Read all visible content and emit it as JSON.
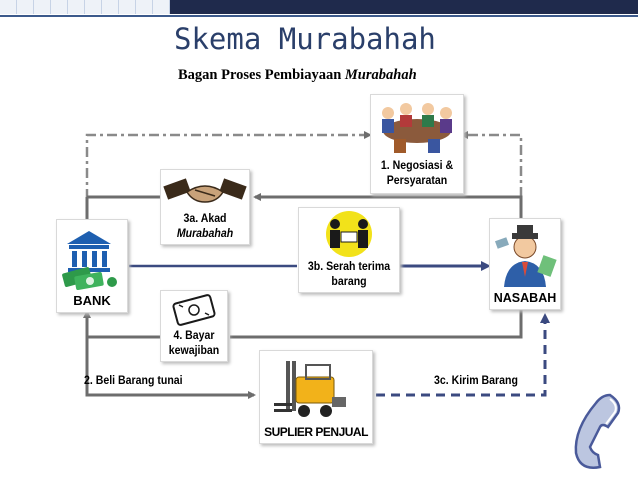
{
  "slide": {
    "title": "Skema Murabahah",
    "subtitle_prefix": "Bagan Proses Pembiayaan ",
    "subtitle_italic": "Murabahah"
  },
  "nodes": {
    "bank": "BANK",
    "nasabah": "NASABAH",
    "suplier": "SUPLIER PENJUAL",
    "negosiasi_line1": "1. Negosiasi &",
    "negosiasi_line2": "Persyaratan",
    "akad_line1": "3a. Akad",
    "akad_line2": "Murabahah",
    "serah_line1": "3b. Serah terima",
    "serah_line2": "barang",
    "bayar_line1": "4. Bayar",
    "bayar_line2": "kewajiban"
  },
  "edges": {
    "beli": "2. Beli Barang tunai",
    "kirim": "3c. Kirim Barang"
  },
  "icons": [
    "bank-icon",
    "money-icon",
    "nasabah-person-icon",
    "meeting-icon",
    "handshake-icon",
    "money-bill-icon",
    "people-exchange-icon",
    "forklift-icon",
    "phone-icon"
  ],
  "colors": {
    "arrow": "#6d6d6d",
    "dashed": "#3b4a80",
    "title": "#2a3f6a",
    "topbar": "#1f2a4c",
    "bank_icon": "#1e5fb0",
    "money": "#2e9a4a"
  }
}
